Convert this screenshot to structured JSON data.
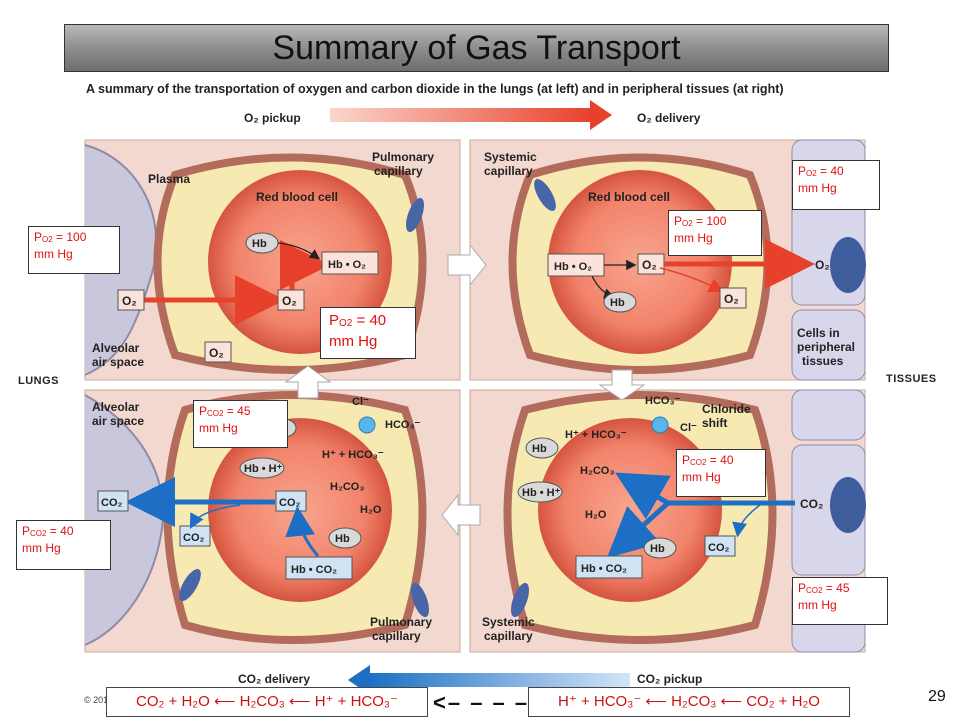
{
  "title": "Summary of Gas Transport",
  "subtitle": "A summary of the transportation of oxygen and carbon dioxide in the lungs (at left) and in peripheral tissues (at right)",
  "top_arrow": {
    "left_label": "O₂ pickup",
    "right_label": "O₂ delivery"
  },
  "bottom_arrow": {
    "left_label": "CO₂ delivery",
    "right_label": "CO₂ pickup"
  },
  "side_labels": {
    "left": "LUNGS",
    "right": "TISSUES"
  },
  "diagram_labels": {
    "plasma": "Plasma",
    "pulmonary_capillary": [
      "Pulmonary",
      "capillary"
    ],
    "systemic_capillary": [
      "Systemic",
      "capillary"
    ],
    "red_blood_cell": "Red blood cell",
    "alveolar_air_space": [
      "Alveolar",
      "air space"
    ],
    "cells_in_tissues": [
      "Cells in",
      "peripheral",
      "tissues"
    ],
    "chloride_shift": [
      "Chloride",
      "shift"
    ],
    "hb": "Hb",
    "hb_o2": "Hb • O₂",
    "o2": "O₂",
    "co2": "CO₂",
    "hb_co2": "Hb • CO₂",
    "hb_h": "Hb • H⁺",
    "h_plus_hco3": "H⁺ + HCO₃⁻",
    "h2co3": "H₂CO₃",
    "h2o": "H₂O",
    "cl": "Cl⁻",
    "hco3": "HCO₃⁻",
    "copyright": "© 201"
  },
  "pressure_boxes": {
    "lung_po2": {
      "sym": "P",
      "sub": "O2",
      "line1": " = 100",
      "line2": "mm Hg"
    },
    "center_po2": {
      "sym": "P",
      "sub": "O2",
      "line1": " = 40",
      "line2": "mm Hg"
    },
    "tissue_rbc_po2": {
      "sym": "P",
      "sub": "O2",
      "line1": " = 100",
      "line2": "mm Hg"
    },
    "tissue_po2": {
      "sym": "P",
      "sub": "O2",
      "line1": " = 40",
      "line2": "mm Hg"
    },
    "lung_rbc_pco2": {
      "sym": "P",
      "sub": "CO2",
      "line1": " = 45",
      "line2": "mm Hg"
    },
    "lung_pco2": {
      "sym": "P",
      "sub": "CO2",
      "line1": " = 40",
      "line2": "mm Hg"
    },
    "tissue_rbc_pco2": {
      "sym": "P",
      "sub": "CO2",
      "line1": " = 40",
      "line2": "mm Hg"
    },
    "tissue_pco2": {
      "sym": "P",
      "sub": "CO2",
      "line1": " = 45",
      "line2": "mm Hg"
    }
  },
  "equations": {
    "left": "CO₂ + H₂O ⟵ H₂CO₃ ⟵ H⁺ + HCO₃⁻",
    "arrow": "<– – – –",
    "right": "H⁺ + HCO₃⁻ ⟵ H₂CO₃ ⟵ CO₂ + H₂O"
  },
  "page_number": "29",
  "colors": {
    "o2_arrow": "#e8412b",
    "co2_arrow": "#1c6fc4",
    "pressure_text": "#e01010",
    "rbc": "#f28a74",
    "plasma": "#f7e9b2"
  }
}
